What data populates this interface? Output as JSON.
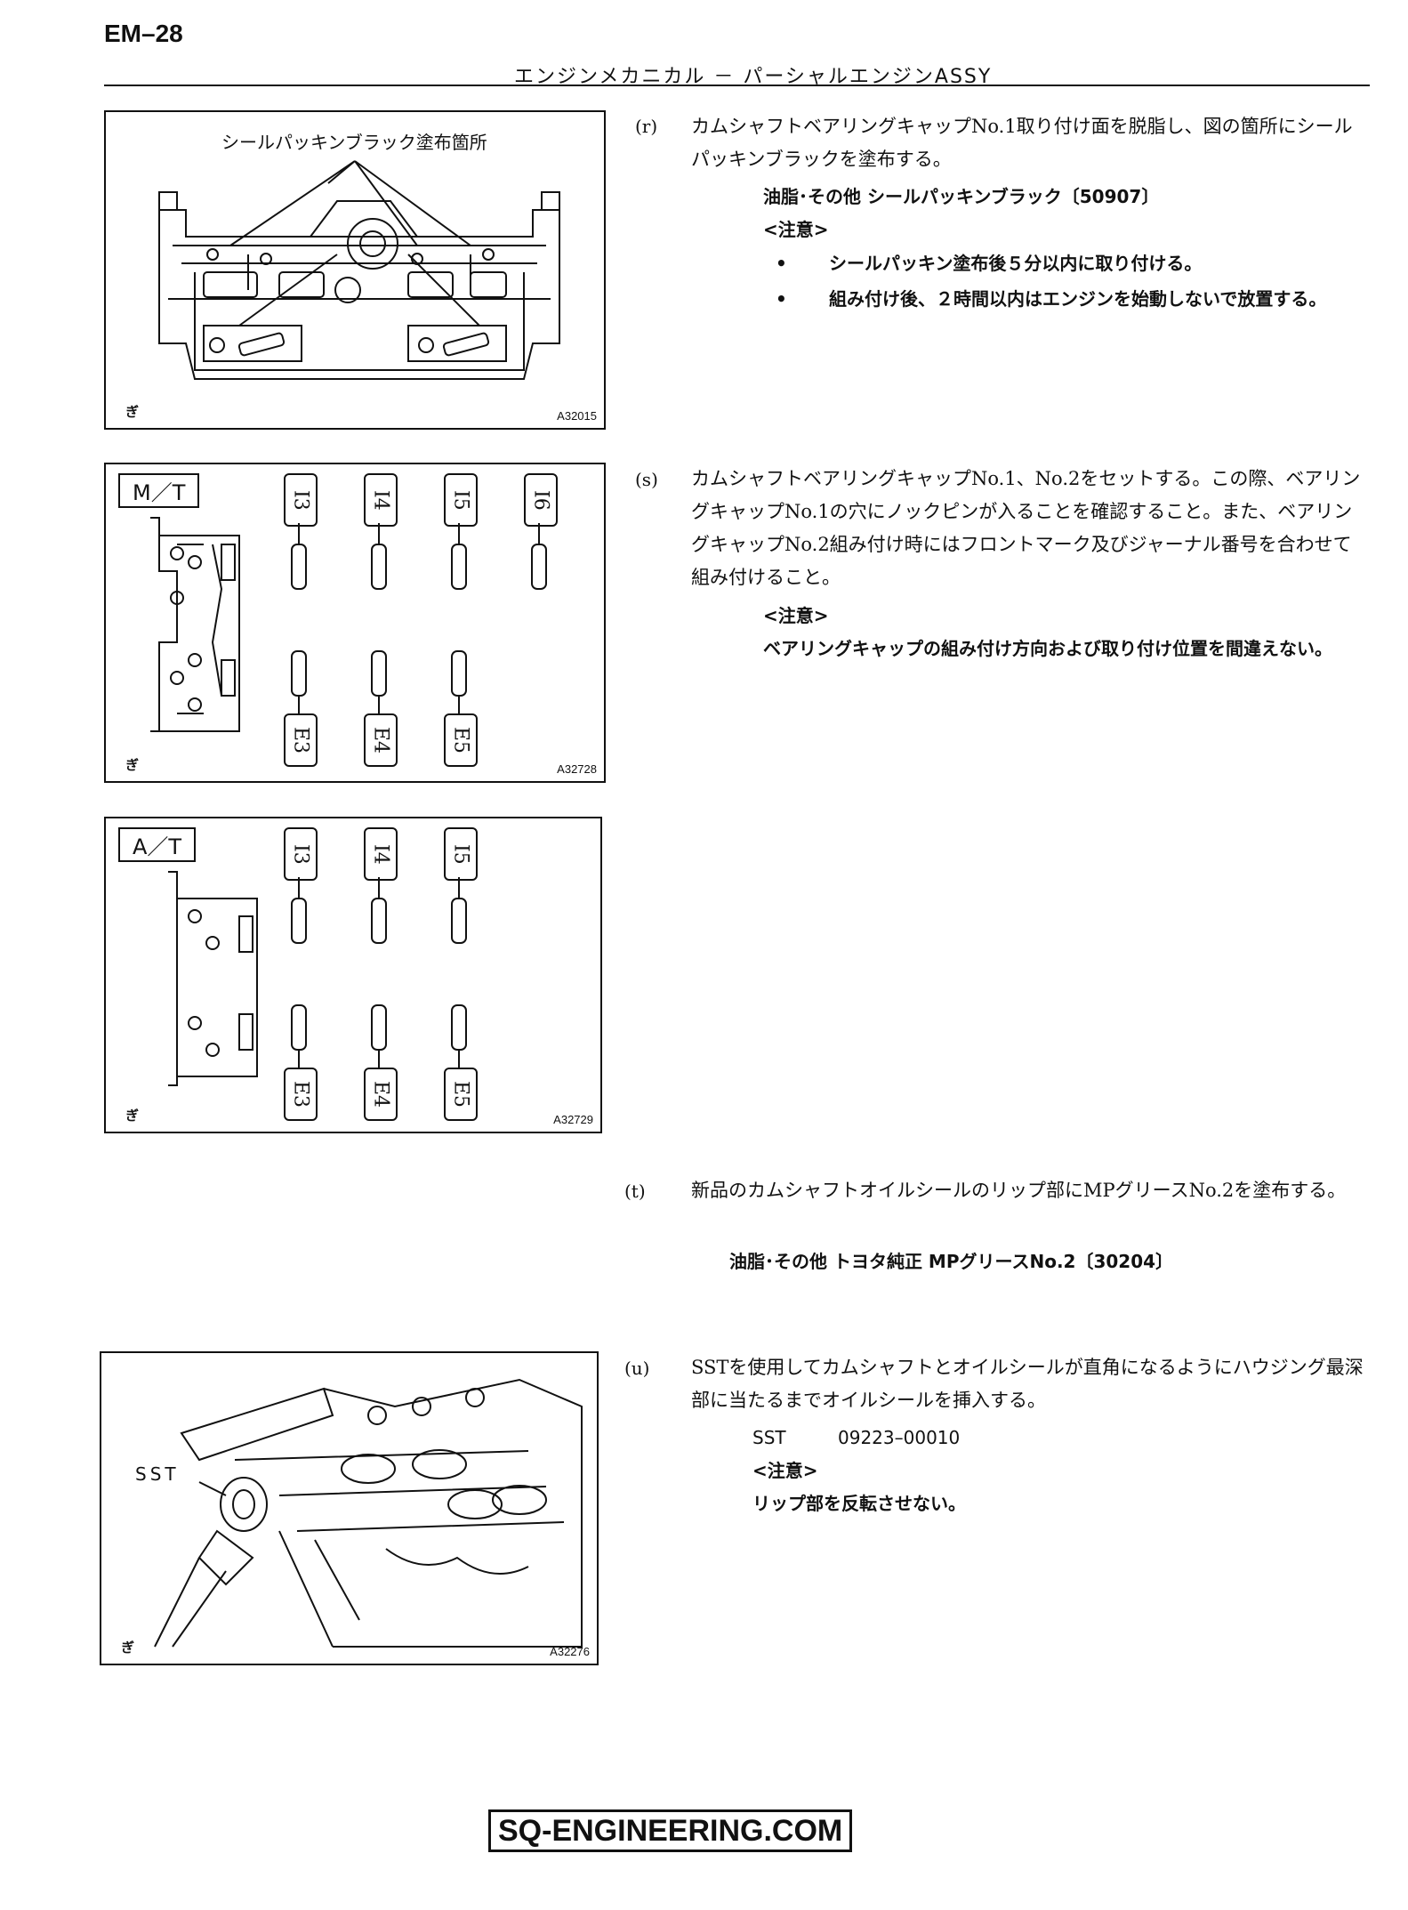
{
  "header": {
    "page_number": "EM–28",
    "title": "エンジンメカニカル － パーシャルエンジンASSY"
  },
  "figures": {
    "fig1": {
      "label": "シールパッキンブラック塗布箇所",
      "code": "A32015"
    },
    "fig2": {
      "label": "M／T",
      "code": "A32728",
      "top_tags": [
        "I3",
        "I4",
        "I5",
        "I6"
      ],
      "bottom_tags": [
        "E3",
        "E4",
        "E5"
      ]
    },
    "fig3": {
      "label": "A／T",
      "code": "A32729",
      "top_tags": [
        "I3",
        "I4",
        "I5"
      ],
      "bottom_tags": [
        "E3",
        "E4",
        "E5"
      ]
    },
    "fig4": {
      "label": "SST",
      "code": "A32276"
    }
  },
  "steps": {
    "r": {
      "letter": "(r)",
      "text": "カムシャフトベアリングキャップNo.1取り付け面を脱脂し、図の箇所にシールパッキンブラックを塗布する。",
      "grease": "油脂･その他 シールパッキンブラック〔50907〕",
      "note_label": "<注意>",
      "bullets": [
        "シールパッキン塗布後５分以内に取り付ける。",
        "組み付け後、２時間以内はエンジンを始動しないで放置する。"
      ]
    },
    "s": {
      "letter": "(s)",
      "text": "カムシャフトベアリングキャップNo.1、No.2をセットする。この際、ベアリングキャップNo.1の穴にノックピンが入ることを確認すること。また、ベアリングキャップNo.2組み付け時にはフロントマーク及びジャーナル番号を合わせて組み付けること。",
      "note_label": "<注意>",
      "note_text": "ベアリングキャップの組み付け方向および取り付け位置を間違えない。"
    },
    "t": {
      "letter": "(t)",
      "text": "新品のカムシャフトオイルシールのリップ部にMPグリースNo.2を塗布する。",
      "grease": "油脂･その他 トヨタ純正 MPグリースNo.2〔30204〕"
    },
    "u": {
      "letter": "(u)",
      "text": "SSTを使用してカムシャフトとオイルシールが直角になるようにハウジング最深部に当たるまでオイルシールを挿入する。",
      "sst_label": "SST",
      "sst_number": "09223–00010",
      "note_label": "<注意>",
      "note_text": "リップ部を反転させない。"
    }
  },
  "footer": {
    "watermark": "SQ-ENGINEERING.COM"
  },
  "icons": {
    "figure_mark": "ぎ"
  }
}
